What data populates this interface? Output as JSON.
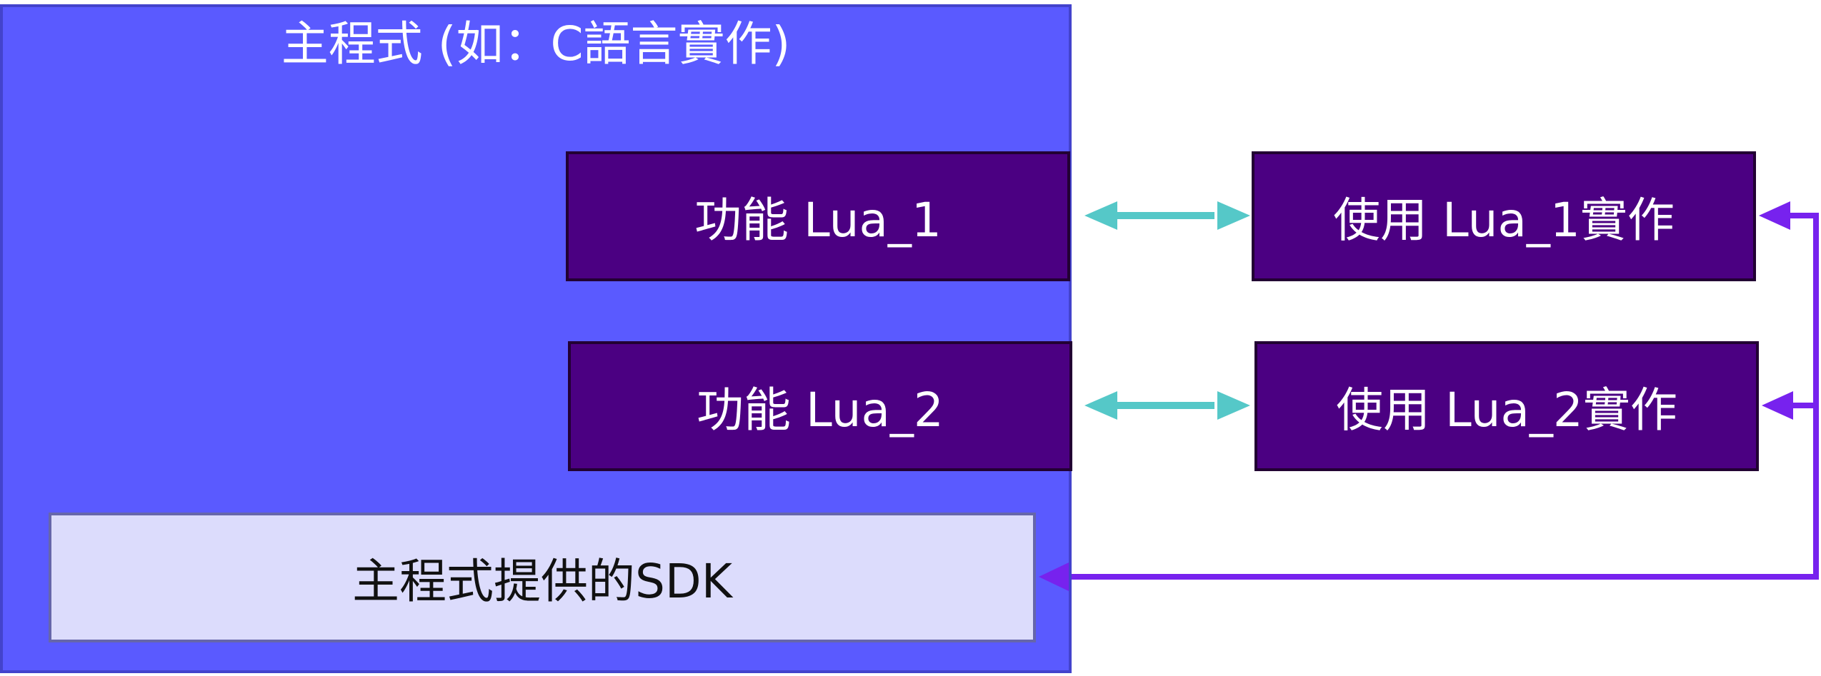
{
  "host": {
    "title": "主程式 (如：C語言實作)",
    "sdk_label": "主程式提供的SDK",
    "functions": [
      {
        "label": "功能 Lua_1"
      },
      {
        "label": "功能 Lua_2"
      }
    ]
  },
  "implementations": [
    {
      "label": "使用 Lua_1實作"
    },
    {
      "label": "使用 Lua_2實作"
    }
  ],
  "colors": {
    "host_bg": "#5a5aff",
    "box_bg": "#4b0082",
    "sdk_bg": "#dcdcfc",
    "bidirectional_arrow": "#55c8c8",
    "sdk_arrow": "#7722ee"
  }
}
